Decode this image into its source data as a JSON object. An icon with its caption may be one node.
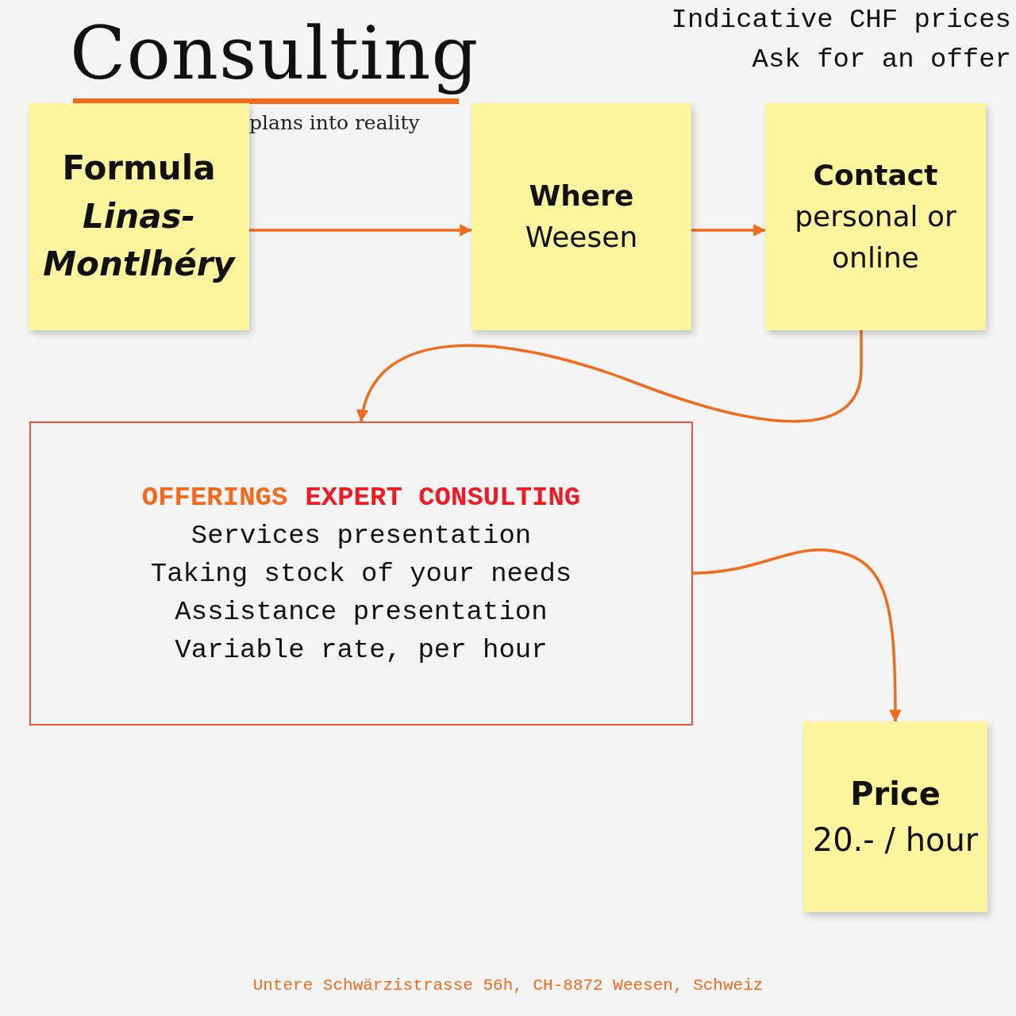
{
  "diagram": {
    "title": "Consulting",
    "nodes": [
      {
        "text": [
          "Formula",
          "Linas-Montlhéry"
        ]
      },
      {
        "text": [
          "Where",
          "Weesen"
        ]
      },
      {
        "text": [
          "Contact",
          "personal or online"
        ]
      },
      {
        "text": [
          "OFFERINGS",
          "EXPERT CONSULTING",
          "Services presentation",
          "Taking stock of your needs",
          "Assistance presentation",
          "Variable rate, per hour"
        ]
      },
      {
        "text": [
          "Price",
          "20.- / hour"
        ]
      }
    ],
    "edges": [
      {
        "from": 0,
        "to": 1,
        "arrow": "to"
      },
      {
        "from": 1,
        "to": 2,
        "arrow": "to"
      },
      {
        "from": 2,
        "to": 3,
        "arrow": "to"
      },
      {
        "from": 3,
        "to": 4,
        "arrow": "to"
      }
    ],
    "labels": [
      "Indicative CHF prices",
      "Ask for an offer",
      "plans into reality",
      "Untere Schwärzistrasse 56h, CH-8872 Weesen, Schweiz"
    ]
  }
}
